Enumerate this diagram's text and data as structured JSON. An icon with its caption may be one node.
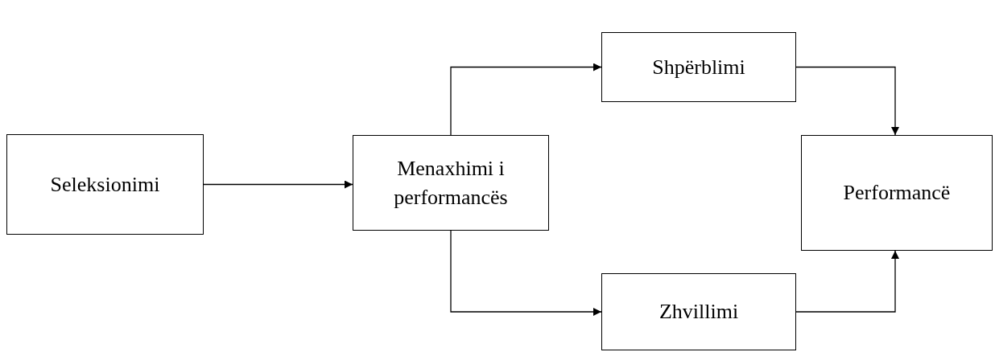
{
  "diagram": {
    "nodes": [
      {
        "text": [
          "Seleksionimi"
        ]
      },
      {
        "text": [
          "Menaxhimi i performancës"
        ]
      },
      {
        "text": [
          "Shpërblimi"
        ]
      },
      {
        "text": [
          "Zhvillimi"
        ]
      },
      {
        "text": [
          "Performancë"
        ]
      }
    ],
    "edges": [
      {
        "from": 0,
        "to": 1,
        "arrow": "to"
      },
      {
        "from": 1,
        "to": 2,
        "arrow": "to"
      },
      {
        "from": 1,
        "to": 3,
        "arrow": "to"
      },
      {
        "from": 2,
        "to": 4,
        "arrow": "to"
      },
      {
        "from": 3,
        "to": 4,
        "arrow": "to"
      }
    ]
  }
}
